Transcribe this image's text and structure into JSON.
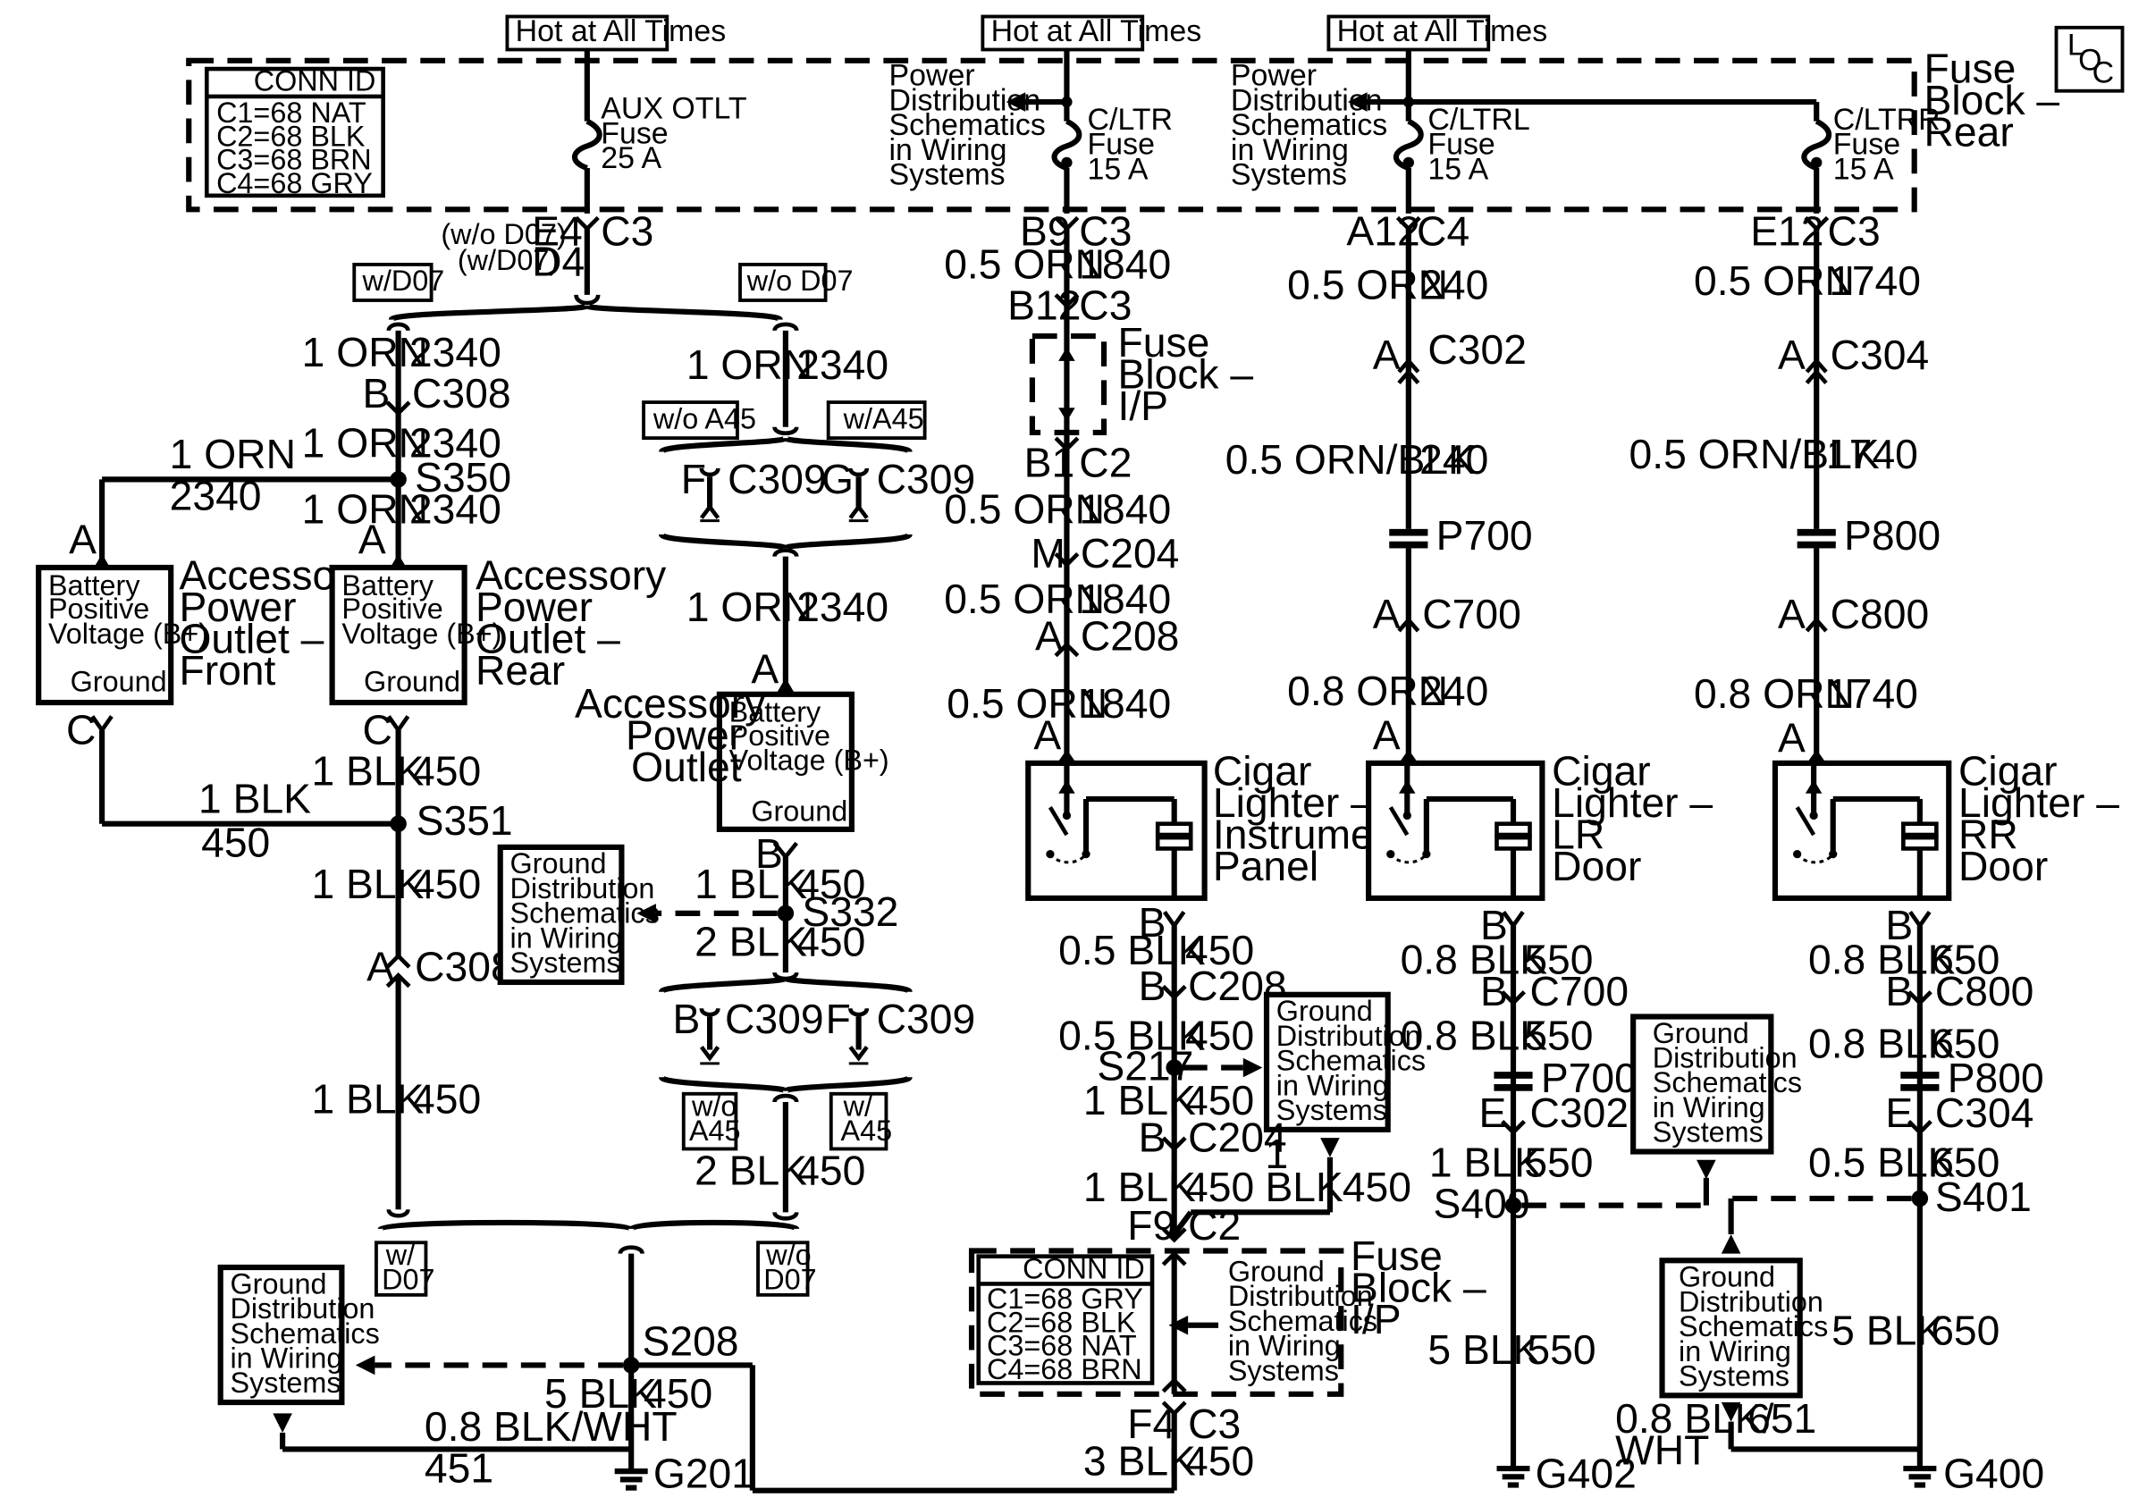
{
  "header": {
    "hot_1": "Hot at All Times",
    "hot_2": "Hot at All Times",
    "hot_3": "Hot at All Times",
    "loc": [
      "L",
      "O",
      "C"
    ],
    "fuse_block_rear": [
      "Fuse",
      "Block –",
      "Rear"
    ]
  },
  "conn_rear": {
    "title": "CONN ID",
    "rows": [
      "C1=68 NAT",
      "C2=68 BLK",
      "C3=68 BRN",
      "C4=68 GRY"
    ]
  },
  "fuses": {
    "aux": [
      "AUX OTLT",
      "Fuse",
      "25 A"
    ],
    "cltr": [
      "C/LTR",
      "Fuse",
      "15 A"
    ],
    "cltrl": [
      "C/LTRL",
      "Fuse",
      "15 A"
    ],
    "cltrr": [
      "C/LTRR",
      "Fuse",
      "15 A"
    ]
  },
  "power_ref": [
    "Power",
    "Distribution",
    "Schematics",
    "in Wiring",
    "Systems"
  ],
  "ground_ref": [
    "Ground",
    "Distribution",
    "Schematics",
    "in Wiring",
    "Systems"
  ],
  "col1": {
    "wod07": "(w/o D07)",
    "wd07": "(w/D07)",
    "e4": "E4",
    "d4": "D4",
    "c3": "C3",
    "opt_wd07": "w/D07",
    "opt_wod07": "w/o D07",
    "w1": "1 ORN",
    "c1": "2340",
    "b": "B",
    "c308": "C308",
    "w2": "1 ORN",
    "c2": "2340",
    "s350": "S350",
    "branch_w": "1 ORN",
    "branch_c": "2340",
    "w3": "1 ORN",
    "c3n": "2340",
    "a_left": "A",
    "a_mid": "A",
    "pin_c_left": "C",
    "pin_c_mid": "C",
    "w4": "1 BLK",
    "c4": "450",
    "h_w": "1 BLK",
    "h_c": "450",
    "s351": "S351",
    "w5": "1 BLK",
    "c5": "450",
    "a2": "A",
    "c308b": "C308",
    "w6": "1 BLK",
    "c6": "450",
    "opt_wd07b": [
      "w/",
      "D07"
    ],
    "opt_wod07b": [
      "w/o",
      "D07"
    ],
    "s208": "S208",
    "w7": "5 BLK",
    "c7": "450",
    "w8": "0.8 BLK/WHT",
    "c8": "451",
    "g201": "G201"
  },
  "outlet_front": {
    "inner": [
      "Battery",
      "Positive",
      "Voltage (B+)",
      "Ground"
    ],
    "label": [
      "Accessory",
      "Power",
      "Outlet –",
      "Front"
    ]
  },
  "outlet_rear": {
    "inner": [
      "Battery",
      "Positive",
      "Voltage (B+)",
      "Ground"
    ],
    "label": [
      "Accessory",
      "Power",
      "Outlet –",
      "Rear"
    ]
  },
  "col2": {
    "w1": "1 ORN",
    "c1": "2340",
    "opt_woa45": "w/o A45",
    "opt_wa45": "w/A45",
    "f": "F",
    "c309a": "C309",
    "g": "G",
    "c309b": "C309",
    "w2": "1 ORN",
    "c2": "2340",
    "a": "A",
    "b": "B",
    "w3": "1 BLK",
    "c3": "450",
    "s332": "S332",
    "w4": "2 BLK",
    "c4": "450",
    "b2": "B",
    "c309c": "C309",
    "f2": "F",
    "c309d": "C309",
    "opt_woa45b": [
      "w/o",
      "A45"
    ],
    "opt_wa45b": [
      "w/",
      "A45"
    ],
    "w5": "2 BLK",
    "c5": "450"
  },
  "outlet_center": {
    "inner": [
      "Battery",
      "Positive",
      "Voltage (B+)",
      "Ground"
    ],
    "label": [
      "Accessory",
      "Power",
      "Outlet"
    ]
  },
  "col3": {
    "b9": "B9",
    "c3": "C3",
    "w1": "0.5 ORN",
    "c1": "1840",
    "b12": "B12",
    "c3b": "C3",
    "fuse_ip": [
      "Fuse",
      "Block –",
      "I/P"
    ],
    "b1": "B1",
    "c2": "C2",
    "w2": "0.5 ORN",
    "c2n": "1840",
    "m": "M",
    "c204": "C204",
    "w3": "0.5 ORN",
    "c3n": "1840",
    "a": "A",
    "c208": "C208",
    "w4": "0.5 ORN",
    "c4": "1840",
    "a2": "A",
    "lighter": [
      "Cigar",
      "Lighter –",
      "Instrument",
      "Panel"
    ],
    "b": "B",
    "w5": "0.5 BLK",
    "c5": "450",
    "b2": "B",
    "c208b": "C208",
    "w6": "0.5 BLK",
    "c6": "450",
    "s217": "S217",
    "w7": "1 BLK",
    "c7": "450",
    "b3": "B",
    "c204b": "C204",
    "w8": "1 BLK",
    "c8": "450",
    "side_w": [
      "1",
      "BLK"
    ],
    "side_c": "450",
    "f9": "F9",
    "c2b": "C2",
    "fuse_ip2": [
      "Fuse",
      "Block –",
      "I/P"
    ],
    "f4": "F4",
    "c3c": "C3",
    "w9": "3 BLK",
    "c9": "450"
  },
  "conn_ip": {
    "title": "CONN ID",
    "rows": [
      "C1=68 GRY",
      "C2=68 BLK",
      "C3=68 NAT",
      "C4=68 BRN"
    ]
  },
  "col4": {
    "a12": "A12",
    "c4": "C4",
    "w1": "0.5 ORN",
    "c1": "240",
    "a": "A",
    "c302": "C302",
    "w2": "0.5 ORN/BLK",
    "c2": "240",
    "p700": "P700",
    "a2": "A",
    "c700": "C700",
    "w3": "0.8 ORN",
    "c3": "240",
    "a3": "A",
    "lighter": [
      "Cigar",
      "Lighter –",
      "LR",
      "Door"
    ],
    "b": "B",
    "w4": "0.8 BLK",
    "c4n": "550",
    "b2": "B",
    "c700b": "C700",
    "w5": "0.8 BLK",
    "c5": "550",
    "p700b": "P700",
    "e": "E",
    "c302b": "C302",
    "w6": "1 BLK",
    "c6": "550",
    "s400": "S400",
    "w7": "5 BLK",
    "c7": "550",
    "g402": "G402"
  },
  "col5": {
    "e12": "E12",
    "c3": "C3",
    "w1": "0.5 ORN",
    "c1": "1740",
    "a": "A",
    "c304": "C304",
    "w2": "0.5 ORN/BLK",
    "c2": "1740",
    "p800": "P800",
    "a2": "A",
    "c800": "C800",
    "w3": "0.8 ORN",
    "c3n": "1740",
    "a3": "A",
    "lighter": [
      "Cigar",
      "Lighter –",
      "RR",
      "Door"
    ],
    "b": "B",
    "w4": "0.8 BLK",
    "c4": "650",
    "b2": "B",
    "c800b": "C800",
    "w5": "0.8 BLK",
    "c5": "650",
    "p800b": "P800",
    "e": "E",
    "c304b": "C304",
    "w6": "0.5 BLK",
    "c6": "650",
    "s401": "S401",
    "w7": "5 BLK",
    "c7": "650",
    "w8": [
      "0.8 BLK/",
      "WHT"
    ],
    "c8": "651",
    "g400": "G400"
  }
}
